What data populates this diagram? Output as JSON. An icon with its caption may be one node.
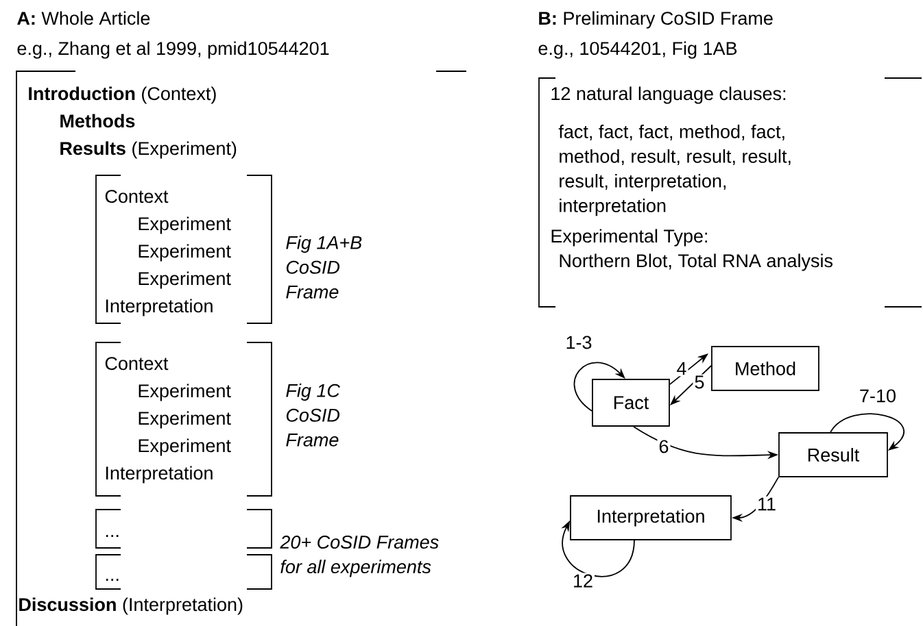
{
  "diagram": {
    "nodes": [
      {
        "text": [
          "**A:** Whole Article",
          "e.g., Zhang et al 1999, pmid10544201",
          "**Introduction** (Context)",
          "**Methods**",
          "**Results** (Experiment)",
          "**Discussion** (Interpretation)"
        ]
      },
      {
        "text": [
          "Context",
          "Experiment",
          "Experiment",
          "Experiment",
          "Interpretation"
        ],
        "in": 0,
        "beside": [
          "Fig 1A+B CoSID Frame"
        ]
      },
      {
        "text": [
          "Context",
          "Experiment",
          "Experiment",
          "Experiment",
          "Interpretation"
        ],
        "in": 0,
        "beside": [
          "Fig 1C CoSID Frame"
        ]
      },
      {
        "text": [
          "..."
        ],
        "in": 0,
        "beside": [
          "20+ CoSID Frames for all experiments"
        ]
      },
      {
        "text": [
          "..."
        ],
        "in": 0
      },
      {
        "text": [
          "**B:** Preliminary CoSID Frame",
          "e.g., 10544201, Fig 1AB",
          "12 natural language clauses:",
          "fact, fact, fact, method, fact, method, result, result, result, result, interpretation, interpretation",
          "Experimental Type:",
          "Northern Blot, Total RNA analysis"
        ]
      },
      {
        "text": [
          "Fact"
        ]
      },
      {
        "text": [
          "Method"
        ]
      },
      {
        "text": [
          "Result"
        ]
      },
      {
        "text": [
          "Interpretation"
        ]
      }
    ],
    "edges": [
      {
        "from": 6,
        "to": 6,
        "arrow": "to",
        "label": "1-3"
      },
      {
        "from": 6,
        "to": 7,
        "arrow": "to",
        "label": "4"
      },
      {
        "from": 7,
        "to": 6,
        "arrow": "to",
        "label": "5"
      },
      {
        "from": 6,
        "to": 8,
        "arrow": "to",
        "label": "6"
      },
      {
        "from": 8,
        "to": 8,
        "arrow": "to",
        "label": "7-10"
      },
      {
        "from": 8,
        "to": 9,
        "arrow": "to",
        "label": "11"
      },
      {
        "from": 9,
        "to": 9,
        "arrow": "to",
        "label": "12"
      }
    ]
  }
}
